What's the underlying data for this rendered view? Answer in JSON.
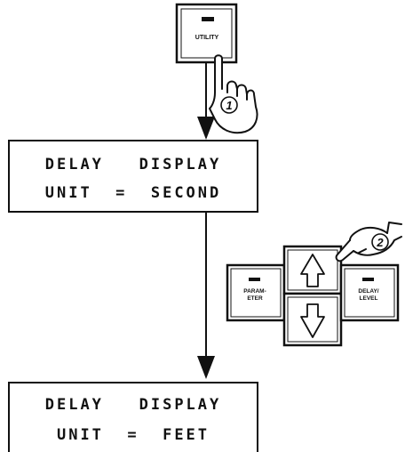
{
  "utility_button": {
    "label": "UTILITY"
  },
  "step_markers": {
    "step1": "1",
    "step2": "2"
  },
  "display_before": {
    "line1": "DELAY   DISPLAY",
    "line2": "UNIT  =  SECOND"
  },
  "display_after": {
    "line1": "DELAY   DISPLAY",
    "line2": "UNIT  =  FEET"
  },
  "keypad": {
    "parameter_label_line1": "PARAM-",
    "parameter_label_line2": "ETER",
    "delay_level_label_line1": "DELAY/",
    "delay_level_label_line2": "LEVEL"
  }
}
